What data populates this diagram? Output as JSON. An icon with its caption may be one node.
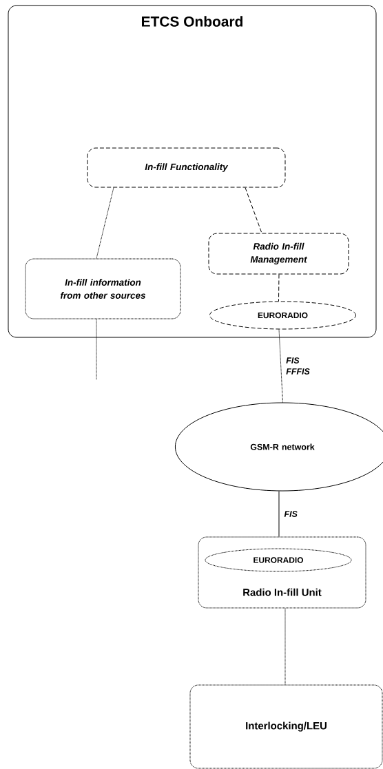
{
  "diagram": {
    "nodes": [
      {
        "text": [
          "ETCS Onboard"
        ]
      },
      {
        "text": [
          "In-fill Functionality"
        ],
        "in": 0
      },
      {
        "text": [
          "Radio In-fill Management"
        ],
        "in": 0
      },
      {
        "text": [
          "In-fill information from other sources"
        ],
        "in": 0
      },
      {
        "text": [
          "EURORADIO"
        ],
        "in": 0
      },
      {
        "text": [
          "GSM-R network"
        ]
      },
      {
        "text": [
          "Radio In-fill Unit"
        ]
      },
      {
        "text": [
          "EURORADIO"
        ],
        "in": 6
      },
      {
        "text": [
          "Interlocking/LEU"
        ]
      }
    ],
    "edges": [
      {
        "from": 1,
        "to": 3,
        "arrow": "none",
        "style": "dashed"
      },
      {
        "from": 1,
        "to": 2,
        "arrow": "none",
        "style": "dashed"
      },
      {
        "from": 2,
        "to": 4,
        "arrow": "none",
        "style": "dashed"
      },
      {
        "from": 3,
        "to": null,
        "arrow": "none",
        "style": "dashed"
      },
      {
        "from": 4,
        "to": 5,
        "arrow": "none",
        "label": "FIS FFFIS",
        "style": "dashed"
      },
      {
        "from": 5,
        "to": 6,
        "arrow": "none",
        "label": "FIS"
      },
      {
        "from": 6,
        "to": 8,
        "arrow": "none",
        "style": "dashed"
      }
    ]
  }
}
